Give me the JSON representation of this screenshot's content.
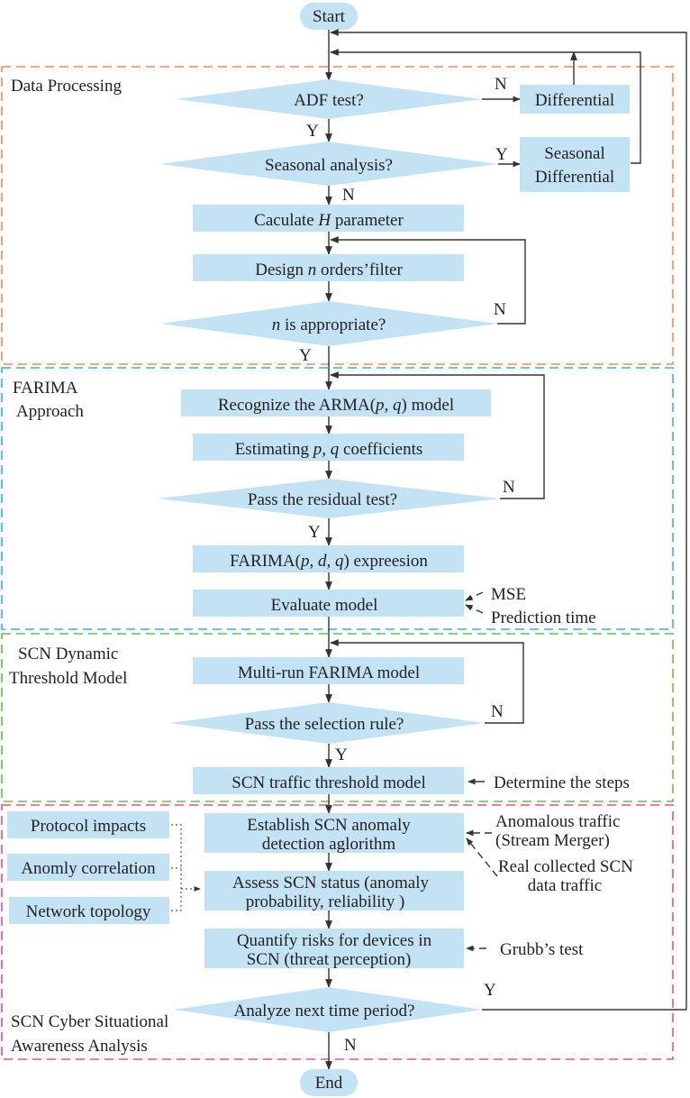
{
  "colors": {
    "node_fill": "#c3e2f3",
    "section_data_processing": "#f08c55",
    "section_farima": "#3ab0e0",
    "section_threshold": "#6cbd50",
    "section_awareness": "#e8508a",
    "line": "#333333"
  },
  "terminals": {
    "start": "Start",
    "end": "End"
  },
  "sections": {
    "data_processing": {
      "title": "Data Processing"
    },
    "farima": {
      "title_line1": "FARIMA",
      "title_line2": "Approach"
    },
    "threshold": {
      "title_line1": "SCN Dynamic",
      "title_line2": "Threshold Model"
    },
    "awareness": {
      "title_line1": "SCN Cyber Situational",
      "title_line2": "Awareness Analysis"
    }
  },
  "nodes": {
    "adf_test": "ADF test?",
    "differential": "Differential",
    "seasonal_analysis": "Seasonal analysis?",
    "seasonal_differential_line1": "Seasonal",
    "seasonal_differential_line2": "Differential",
    "calc_h_pre": "Caculate ",
    "calc_h_var": "H",
    "calc_h_post": " parameter",
    "design_filter_pre": "Design ",
    "design_filter_var": "n",
    "design_filter_post": " orders’filter",
    "n_appropriate_var": "n",
    "n_appropriate_post": " is appropriate?",
    "recognize_arma_pre": "Recognize the ARMA(",
    "recognize_arma_var": "p, q",
    "recognize_arma_post": ") model",
    "estimating_pre": "Estimating ",
    "estimating_var": "p, q",
    "estimating_post": " coefficients",
    "residual_test": "Pass the residual test?",
    "farima_expr_pre": "FARIMA(",
    "farima_expr_var": "p, d, q",
    "farima_expr_post": ") expreesion",
    "evaluate_model": "Evaluate model",
    "multi_run": "Multi-run FARIMA model",
    "selection_rule": "Pass the selection rule?",
    "threshold_model": "SCN traffic threshold model",
    "establish_line1": "Establish SCN anomaly",
    "establish_line2": "detection aglorithm",
    "assess_line1": "Assess SCN status (anomaly",
    "assess_line2": "probability, reliability )",
    "quantify_line1": "Quantify risks for devices in",
    "quantify_line2": "SCN (threat perception)",
    "next_period": "Analyze next time period?"
  },
  "side_inputs": {
    "protocol_impacts": "Protocol impacts",
    "anomaly_correlation": "Anomly correlation",
    "network_topology": "Network topology",
    "mse": "MSE",
    "prediction_time": "Prediction time",
    "determine_steps": "Determine the steps",
    "anomalous_traffic_line1": "Anomalous traffic",
    "anomalous_traffic_line2": "(Stream Merger)",
    "real_collected_line1": "Real collected SCN",
    "real_collected_line2": "data traffic",
    "grubbs_test": "Grubb’s test"
  },
  "labels": {
    "yes": "Y",
    "no": "N"
  }
}
